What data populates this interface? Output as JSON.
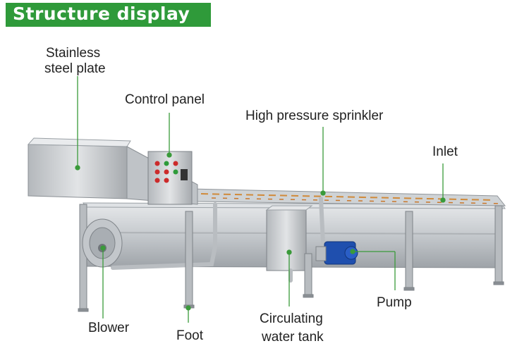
{
  "banner": {
    "title": "Structure display",
    "color": "#2f9a3a"
  },
  "labels": {
    "stainless_line1": "Stainless",
    "stainless_line2": "steel plate",
    "control_panel": "Control panel",
    "sprinkler": "High pressure sprinkler",
    "inlet": "Inlet",
    "blower": "Blower",
    "foot": "Foot",
    "tank_line1": "Circulating",
    "tank_line2": "water tank",
    "pump": "Pump"
  },
  "colors": {
    "leader": "#3a9a3a",
    "steel": "#c9ccd0",
    "motor": "#1f4fae"
  }
}
